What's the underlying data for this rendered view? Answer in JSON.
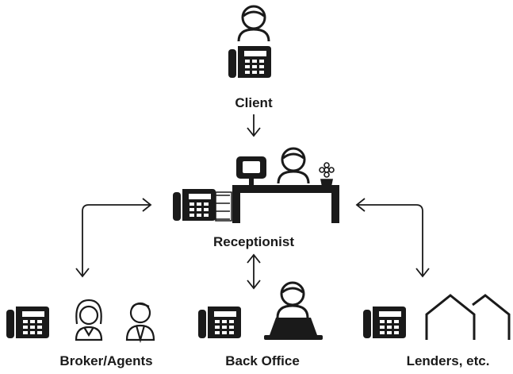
{
  "nodes": {
    "client": "Client",
    "receptionist": "Receptionist",
    "broker_agents": "Broker/Agents",
    "back_office": "Back Office",
    "lenders": "Lenders, etc."
  },
  "colors": {
    "ink": "#1a1a1a",
    "background": "#ffffff"
  }
}
